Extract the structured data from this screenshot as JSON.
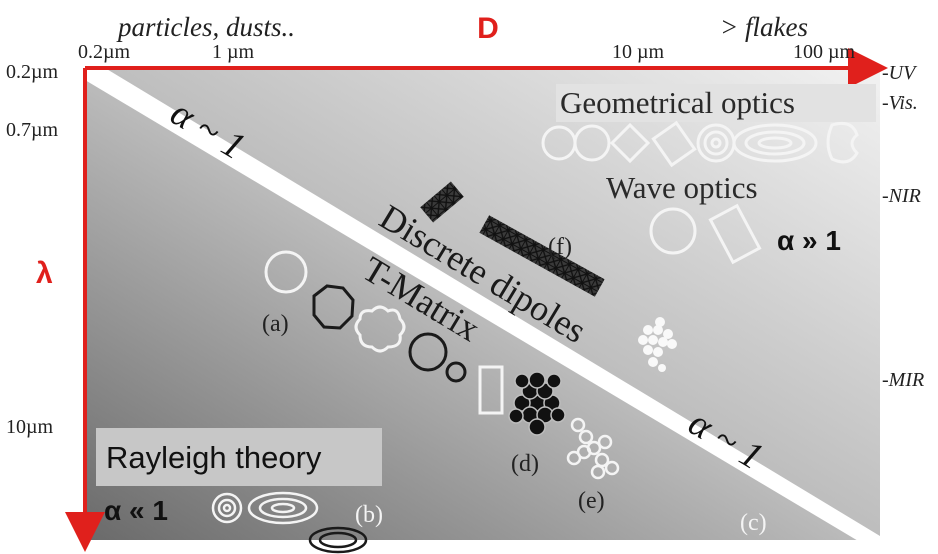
{
  "colors": {
    "axis": "#e0201c",
    "panel_dark": "#6f6f6f",
    "panel_light": "#e9e9e9",
    "diagonal_band": "#ffffff",
    "label_box": "#c9c9c9",
    "outline_white": "#f4f4f4",
    "outline_black": "#1a1a1a"
  },
  "top_axis": {
    "axis_symbol": "D",
    "left_caption": "particles, dusts..",
    "right_caption": "> flakes",
    "ticks": [
      "0.2µm",
      "1 µm",
      "10 µm",
      "100 µm"
    ]
  },
  "left_axis": {
    "axis_symbol": "λ",
    "ticks": [
      "0.2µm",
      "0.7µm",
      "10µm"
    ]
  },
  "right_axis": {
    "bands": [
      "-UV",
      "-Vis.",
      "-NIR",
      "-MIR"
    ]
  },
  "regions": {
    "diagonal_top": "α ~ 1",
    "diagonal_bottom": "α ~ 1",
    "geometrical": "Geometrical optics",
    "wave": "Wave optics",
    "alpha_large": "α » 1",
    "discrete": "Discrete dipoles",
    "tmatrix": "T-Matrix",
    "rayleigh": "Rayleigh theory",
    "alpha_small": "α « 1"
  },
  "panel_labels": {
    "a": "(a)",
    "b": "(b)",
    "c": "(c)",
    "d": "(d)",
    "e": "(e)",
    "f": "(f)"
  },
  "icons": {
    "geometrical_shapes": "particle-outline-shapes",
    "dipole_lattice": "voxel-lattice",
    "aggregate": "sphere-aggregate"
  }
}
